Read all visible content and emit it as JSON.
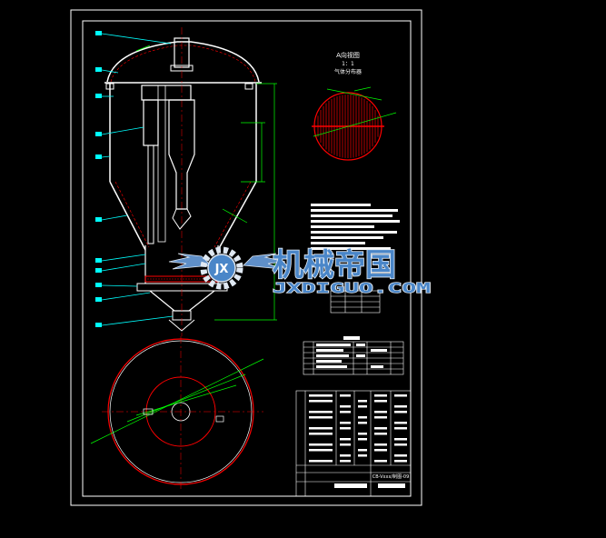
{
  "view": {
    "title": "A向视图",
    "scale": "1：1",
    "caption": "气体分布器"
  },
  "watermark": {
    "cn": "机械帝国",
    "en": "JXDIGUO.COM",
    "badge": "JX"
  },
  "title_block": {
    "drawing_no": "CB-Vxxx/制图-09"
  },
  "colors": {
    "background": "#000000",
    "outline": "#ffffff",
    "leader": "#00ffff",
    "dimension": "#00ff00",
    "section": "#ff0000",
    "watermark": "#4a86c8"
  }
}
